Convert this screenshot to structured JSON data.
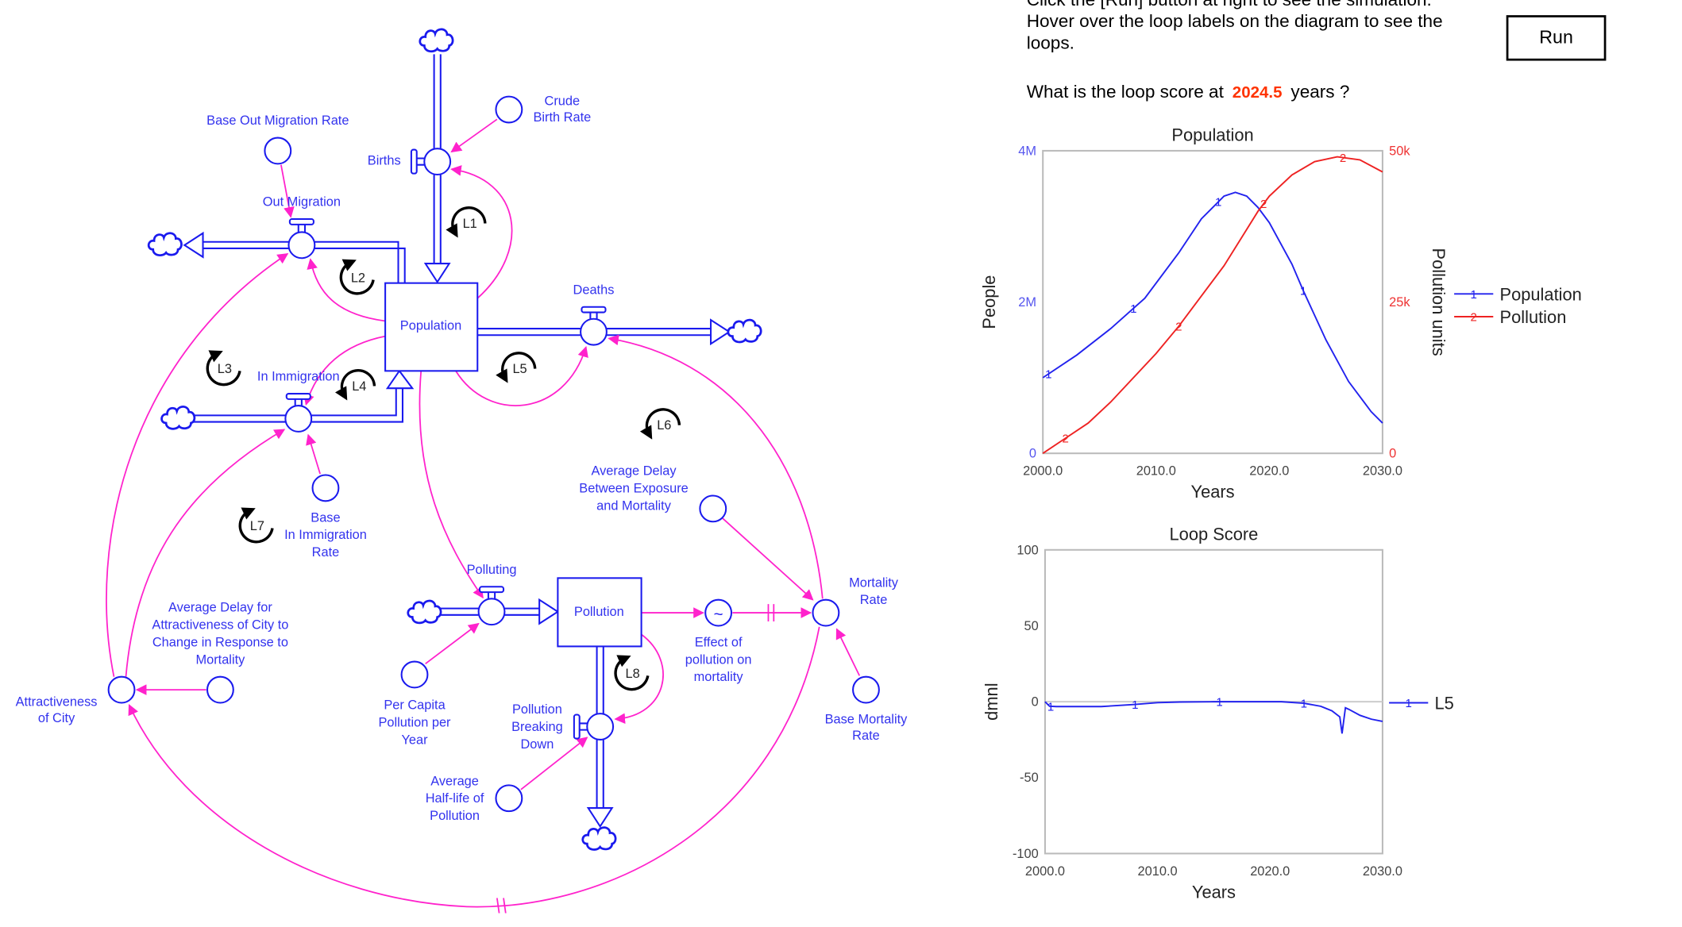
{
  "instructions": {
    "line1": "Click the [Run] button at right to see the simulation.",
    "line2": "Hover over the loop labels on the diagram to see the loops."
  },
  "question": {
    "prefix": "What is the loop score at",
    "time": "2024.5",
    "suffix": "years ?"
  },
  "run_label": "Run",
  "colors": {
    "stock_flow": "#1a1aee",
    "link": "#ff22cc",
    "loop": "#000000",
    "highlight_time": "#ff3300"
  },
  "diagram": {
    "stocks": {
      "population": "Population",
      "pollution": "Pollution"
    },
    "flows": {
      "births": "Births",
      "out_migration": "Out Migration",
      "in_immigration": "In Immigration",
      "deaths": "Deaths",
      "polluting": "Polluting",
      "breaking": [
        "Pollution",
        "Breaking",
        "Down"
      ]
    },
    "aux": {
      "crude_birth": [
        "Crude",
        "Birth Rate"
      ],
      "base_out": "Base Out Migration Rate",
      "base_in": [
        "Base",
        "In Immigration",
        "Rate"
      ],
      "attract": [
        "Attractiveness",
        "of City"
      ],
      "avg_delay_attr": [
        "Average Delay for",
        "Attractiveness of City to",
        "Change in Response to",
        "Mortality"
      ],
      "per_capita": [
        "Per Capita",
        "Pollution per",
        "Year"
      ],
      "half_life": [
        "Average",
        "Half-life of",
        "Pollution"
      ],
      "effect": [
        "Effect of",
        "pollution on",
        "mortality"
      ],
      "mortality": [
        "Mortality",
        "Rate"
      ],
      "base_mortality": [
        "Base Mortality",
        "Rate"
      ],
      "avg_delay_exp": [
        "Average Delay",
        "Between Exposure",
        "and Mortality"
      ]
    },
    "loops": [
      "L1",
      "L2",
      "L3",
      "L4",
      "L5",
      "L6",
      "L7",
      "L8"
    ]
  },
  "chart_data": [
    {
      "type": "line",
      "title": "Population",
      "xlabel": "Years",
      "ylabel": "People",
      "y2label": "Pollution units",
      "xlim": [
        2000,
        2030
      ],
      "xticks": [
        "2000.0",
        "2010.0",
        "2020.0",
        "2030.0"
      ],
      "ylim": [
        0,
        4000000
      ],
      "yticks": [
        "0",
        "2M",
        "4M"
      ],
      "y2lim": [
        0,
        50000
      ],
      "y2ticks": [
        "0",
        "25k",
        "50k"
      ],
      "legend": "right",
      "series": [
        {
          "name": "Population",
          "marker": "1",
          "axis": "left",
          "color": "#2222ee",
          "x": [
            2000,
            2003,
            2006,
            2009,
            2012,
            2014,
            2016,
            2017,
            2018,
            2019,
            2020,
            2022,
            2023,
            2025,
            2027,
            2029,
            2030
          ],
          "values": [
            1000000,
            1300000,
            1650000,
            2050000,
            2650000,
            3100000,
            3400000,
            3450000,
            3400000,
            3250000,
            3050000,
            2500000,
            2150000,
            1500000,
            950000,
            550000,
            400000
          ]
        },
        {
          "name": "Pollution",
          "marker": "2",
          "axis": "right",
          "color": "#ee2222",
          "x": [
            2000,
            2002,
            2004,
            2006,
            2008,
            2010,
            2012,
            2014,
            2016,
            2018,
            2019,
            2020,
            2022,
            2024,
            2026,
            2028,
            2030
          ],
          "values": [
            0,
            2500,
            5000,
            8500,
            12500,
            16500,
            21000,
            26000,
            31000,
            37000,
            40000,
            42500,
            46000,
            48200,
            49000,
            48500,
            46500
          ]
        }
      ]
    },
    {
      "type": "line",
      "title": "Loop Score",
      "xlabel": "Years",
      "ylabel": "dmnl",
      "xlim": [
        2000,
        2030
      ],
      "xticks": [
        "2000.0",
        "2010.0",
        "2020.0",
        "2030.0"
      ],
      "ylim": [
        -100,
        100
      ],
      "yticks": [
        "-100",
        "-50",
        "0",
        "50",
        "100"
      ],
      "legend": "right",
      "series": [
        {
          "name": "L5",
          "marker": "1",
          "color": "#2222ee",
          "x": [
            2000,
            2000.4,
            2001,
            2005,
            2008,
            2010,
            2012,
            2015,
            2018,
            2021,
            2023,
            2024.5,
            2025.5,
            2026.2,
            2026.4,
            2026.7,
            2027,
            2028,
            2029,
            2030
          ],
          "values": [
            0,
            -3,
            -3.2,
            -3.2,
            -1.8,
            -0.6,
            -0.2,
            0,
            0,
            0,
            -1,
            -3,
            -6,
            -10,
            -21,
            -4,
            -5,
            -9,
            -11.5,
            -13
          ]
        }
      ]
    }
  ]
}
